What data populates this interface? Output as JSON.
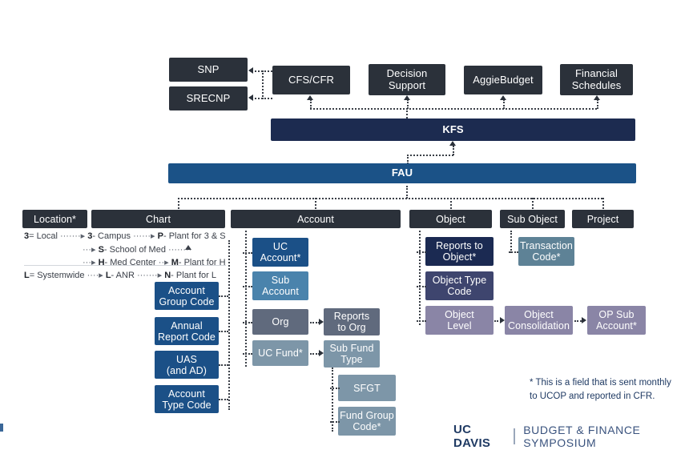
{
  "diagram": {
    "title": "UC Davis Full Accounting Unit (FAU) structure",
    "colors": {
      "header_dark": "#2b313a",
      "kfs_navy": "#1c2b50",
      "fau_blue": "#1b5287",
      "accent_blue": "#1b5087",
      "mid_blue": "#4a83ac",
      "slate": "#606a7d",
      "blue_grey": "#7d96a8",
      "navy": "#1b2a52",
      "slate_navy": "#3e456e",
      "mauve": "#8a85a6",
      "teal": "#5e8296",
      "brand_navy": "#1f3a63"
    }
  },
  "systems": {
    "downstream": [
      {
        "label": "SNP"
      },
      {
        "label": "SRECNP"
      }
    ],
    "reporting": [
      {
        "label": "CFS/CFR"
      },
      {
        "label": "Decision\nSupport"
      },
      {
        "label": "AggieBudget"
      },
      {
        "label": "Financial\nSchedules"
      }
    ],
    "source": {
      "label": "KFS"
    },
    "unit": {
      "label": "FAU"
    }
  },
  "columns": [
    {
      "key": "location",
      "label": "Location*"
    },
    {
      "key": "chart",
      "label": "Chart"
    },
    {
      "key": "account",
      "label": "Account"
    },
    {
      "key": "object",
      "label": "Object"
    },
    {
      "key": "sub_object",
      "label": "Sub Object"
    },
    {
      "key": "project",
      "label": "Project"
    }
  ],
  "chart_hierarchy": {
    "row1": {
      "code": "3",
      "label": "= Local"
    },
    "row1_children": [
      {
        "code": "3",
        "label": "- Campus",
        "child_code": "P",
        "child_label": "- Plant for 3 & S"
      },
      {
        "code": "S",
        "label": "- School of Med",
        "child_code": "",
        "child_label": ""
      },
      {
        "code": "H",
        "label": "- Med Center",
        "child_code": "M",
        "child_label": "- Plant for H"
      }
    ],
    "row2": {
      "code": "L",
      "label": "= Systemwide"
    },
    "row2_children": [
      {
        "code": "L",
        "label": "- ANR",
        "child_code": "N",
        "child_label": "- Plant for L"
      }
    ]
  },
  "chart_boxes": [
    {
      "label": "Account\nGroup Code"
    },
    {
      "label": "Annual\nReport Code"
    },
    {
      "label": "UAS\n(and AD)"
    },
    {
      "label": "Account\nType Code"
    }
  ],
  "account_boxes": [
    {
      "label": "UC\nAccount*",
      "child": null
    },
    {
      "label": "Sub\nAccount",
      "child": null
    },
    {
      "label": "Org",
      "child": {
        "label": "Reports\nto Org"
      }
    },
    {
      "label": "UC Fund*",
      "child": {
        "label": "Sub Fund\nType"
      }
    }
  ],
  "fund_children": [
    {
      "label": "SFGT"
    },
    {
      "label": "Fund Group\nCode*"
    }
  ],
  "object_boxes": [
    {
      "label": "Reports to\nObject*"
    },
    {
      "label": "Object Type\nCode"
    },
    {
      "label": "Object\nLevel"
    }
  ],
  "object_chain": [
    {
      "label": "Object\nConsolidation"
    },
    {
      "label": "OP Sub\nAccount*"
    }
  ],
  "sub_object_boxes": [
    {
      "label": "Transaction\nCode*"
    }
  ],
  "footnote": {
    "text": "* This is a field that is sent monthly\nto UCOP and reported in CFR."
  },
  "brand": {
    "name": "UC DAVIS",
    "tagline": "BUDGET & FINANCE SYMPOSIUM"
  }
}
